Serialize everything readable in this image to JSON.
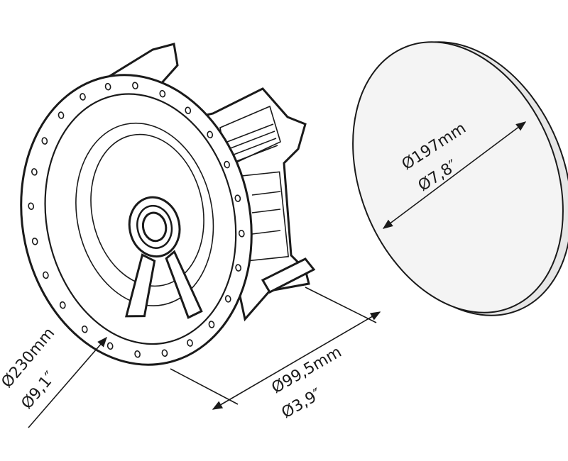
{
  "diagram": {
    "speaker_diameter": {
      "metric": "Ø230mm",
      "imperial": "Ø9,1″"
    },
    "cutout_depth": {
      "metric": "Ø99,5mm",
      "imperial": "Ø3,9″"
    },
    "grille_diameter": {
      "metric": "Ø197mm",
      "imperial": "Ø7,8″"
    }
  },
  "colors": {
    "line": "#1a1a1a",
    "grille_fill": "#f4f4f4"
  }
}
